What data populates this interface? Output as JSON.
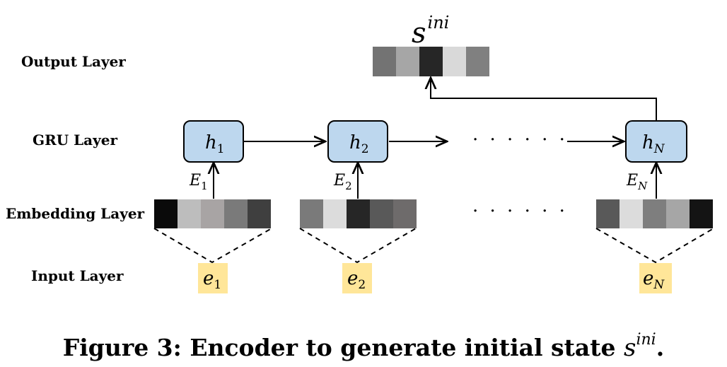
{
  "layers": {
    "output": "Output Layer",
    "gru": "GRU Layer",
    "embedding": "Embedding Layer",
    "input": "Input Layer"
  },
  "output_state": {
    "base": "s",
    "sup": "ini"
  },
  "output_vector": [
    "#737373",
    "#a6a6a6",
    "#262626",
    "#d9d9d9",
    "#808080"
  ],
  "gru_nodes": [
    {
      "base": "h",
      "sub": "1"
    },
    {
      "base": "h",
      "sub": "2"
    },
    {
      "base": "h",
      "sub": "N"
    }
  ],
  "edge_labels": [
    {
      "base": "E",
      "sub": "1"
    },
    {
      "base": "E",
      "sub": "2"
    },
    {
      "base": "E",
      "sub": "N"
    }
  ],
  "embedding_vectors": [
    [
      "#0a0a0a",
      "#bdbdbd",
      "#a8a4a4",
      "#7a7a7a",
      "#3f3f3f"
    ],
    [
      "#7a7a7a",
      "#dcdcdc",
      "#262626",
      "#595959",
      "#6e6b6b"
    ],
    [
      "#595959",
      "#dcdcdc",
      "#7e7e7e",
      "#a6a6a6",
      "#141414"
    ]
  ],
  "inputs": [
    {
      "base": "e",
      "sub": "1"
    },
    {
      "base": "e",
      "sub": "2"
    },
    {
      "base": "e",
      "sub": "N"
    }
  ],
  "ellipsis": "· · · · · ·",
  "caption": {
    "text": "Figure 3: Encoder to generate initial state ",
    "math_base": "s",
    "math_sup": "ini",
    "end": "."
  },
  "colors": {
    "gru_fill": "#bdd7ee",
    "input_fill": "#ffe699",
    "line": "#000000"
  }
}
